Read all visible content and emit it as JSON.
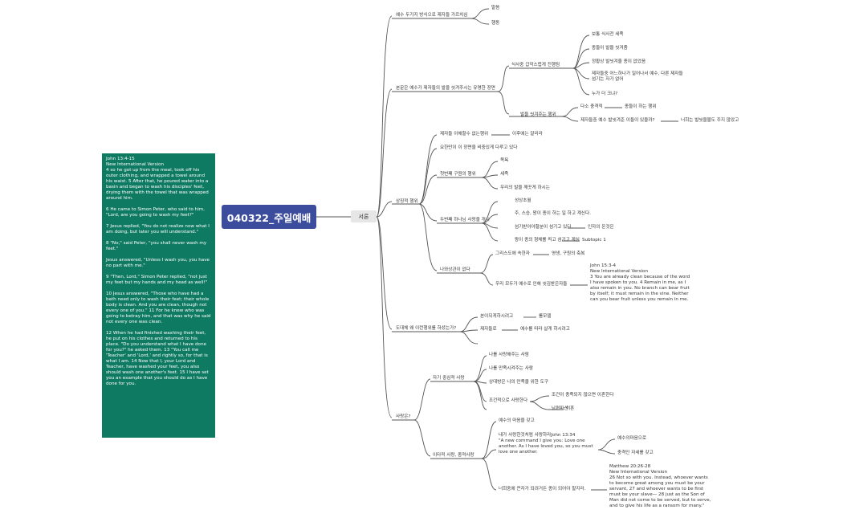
{
  "root": {
    "title": "040322_주일예배"
  },
  "sermon_label": "서론",
  "note": "John 13:4-15\nNew International Version\n4 so he got up from the meal, took off his outer clothing, and wrapped a towel around his waist. 5 After that, he poured water into a basin and began to wash his disciples' feet, drying them with the towel that was wrapped around him.\n\n6 He came to Simon Peter, who said to him, \"Lord, are you going to wash my feet?\"\n\n7 Jesus replied, \"You do not realize now what I am doing, but later you will understand.\"\n\n8 \"No,\" said Peter, \"you shall never wash my feet.\"\n\nJesus answered, \"Unless I wash you, you have no part with me.\"\n\n9 \"Then, Lord,\" Simon Peter replied, \"not just my feet but my hands and my head as well!\"\n\n10 Jesus answered, \"Those who have had a bath need only to wash their feet; their whole body is clean. And you are clean, though not every one of you.\" 11 For he knew who was going to betray him, and that was why he said not every one was clean.\n\n12 When he had finished washing their feet, he put on his clothes and returned to his place. \"Do you understand what I have done for you?\" he asked them. 13 \"You call me 'Teacher' and 'Lord,' and rightly so, for that is what I am. 14 Now that I, your Lord and Teacher, have washed your feet, you also should wash one another's feet. 15 I have set you an example that you should do as I have done for you.",
  "topics": {
    "t1": "예수 두가지 방식으로 제자들 가르치심",
    "t1a": "말씀",
    "t1b": "행동",
    "t2": "본문은 예수가 제자들의 발을 씻겨주시는 유명한 장면",
    "t2a": "식사중 갑작스럽게 진행됨",
    "t2a1": "보통 식사전 세족",
    "t2a2": "종들이 발을 씻겨줌",
    "t2a3": "정황상 발씻겨줄 종이 없었음",
    "t2a4": "제자들중 어느하나가 일어나서 예수, 다른 제자들\n섬기는 자가 없어",
    "t2a5": "누가 더 크냐?",
    "t2b": "발을 씻겨주는 행위",
    "t2b1": "다소 충격적",
    "t2b1a": "종들이 하는 행위",
    "t2b2": "제자들중 예수 발씻겨준 이들이 있을까?",
    "t2b2a": "너희는 발씻을물도 주지 않았고",
    "t3": "상징적 행위",
    "t3a": "제자들 이해할수 없는행위",
    "t3a1": "이후에는 알리라",
    "t3b": "요한만이 이 장면을 비중있게 다루고 있다",
    "t3c": "첫번째 구원의 행위",
    "t3c1": "목욕",
    "t3c2": "세족",
    "t3c3": "우리의 발을 깨끗게 하시는",
    "t3d": "두번째 하나님 사랑을 개시",
    "t3d1": "성상초월",
    "t3d2": "주, 스승, 왕이 종이 하는 일 하고 계신다.",
    "t3d3": "섬기받아야할분이 섬기고 있다.",
    "t3d3a": "인자의 온것은",
    "t3d4": "왕이 종의 형체를 띄고 섬기고 계심",
    "t3d4a": "Subtopic 1",
    "t3e": "나와상관이 없다",
    "t3e1": "그리스도에 속한자",
    "t3e1a": "영생, 구원의 축복",
    "t3e2": "우리 모두가 예수로 인해 씻김받은자들",
    "t3e2a": "John 15:3-4\nNew International Version\n3 You are already clean because of the word\nI have spoken to you. 4 Remain in me, as I\nalso remain in you. No branch can bear fruit\nby itself; it must remain in the vine. Neither\ncan you bear fruit unless you remain in me.",
    "t4": "도대체 왜 이런행위를 하셨는가?",
    "t4a": "본이되게하시려고",
    "t4a1": "롤모델",
    "t4b": "제자들로",
    "t4b1": "예수를 따라 살게 하시려고",
    "t5": "사랑은?",
    "t5a": "자기 중심적 사랑",
    "t5a1": "나를 사랑해주는 사람",
    "t5a2": "나를 만족시켜주는 사람",
    "t5a3": "상대방은 나의 만족을 위한 도구",
    "t5a4": "조건적으로 사랑한다",
    "t5a4a": "조건이 충족되지 않으면 이혼한다",
    "t5a5": "남편파산",
    "t5a5a": "이혼",
    "t5b": "이타적 사랑, 종적사랑",
    "t5b1": "예수의 마음을 갖고",
    "t5b2": "내가 사랑한것처럼 사랑하라John 13:34\n\"A new command I give you: Love one\nanother. As I have loved you, so you must\nlove one another.",
    "t5b2a": "예수의마음으로",
    "t5b2b": "충격인 자세를 갖고",
    "t5b3": "너희중에 큰자가 되려거든 종이 되어야 할지라.",
    "t5b3a": "Matthew 20:26-28\nNew International Version\n26 Not so with you. Instead, whoever wants\nto become great among you must be your\nservant, 27 and whoever wants to be first\nmust be your slave— 28 just as the Son of\nMan did not come to be served, but to serve,\nand to give his life as a ransom for many.\""
  }
}
